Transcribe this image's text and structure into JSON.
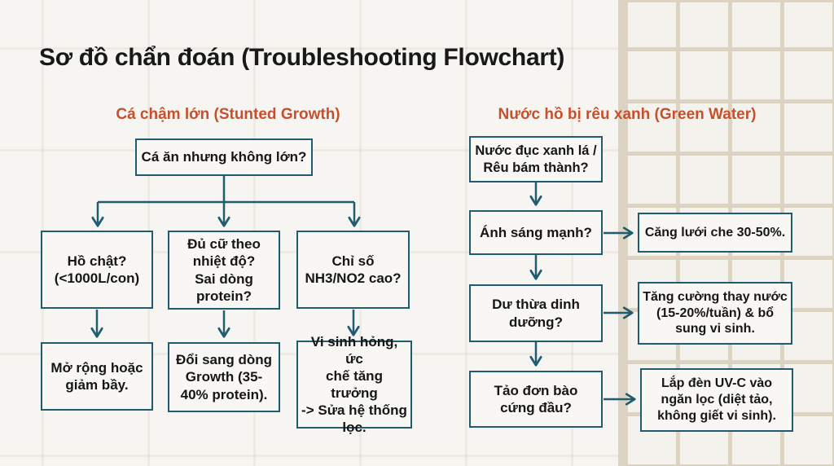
{
  "title": "Sơ đồ chẩn đoán (Troubleshooting Flowchart)",
  "colors": {
    "accent_teal": "#1f5c70",
    "heading_orange": "#c6502d",
    "background": "#f7f5f2",
    "tile_grout": "#ddd3c3",
    "text": "#161616"
  },
  "left_flow": {
    "heading": "Cá chậm lớn (Stunted Growth)",
    "question": "Cá ăn nhưng không lớn?",
    "branches": [
      {
        "cause": "Hồ chật?\n(<1000L/con)",
        "solution": "Mở rộng hoặc\ngiảm bầy."
      },
      {
        "cause": "Đủ cữ theo\nnhiệt độ?\nSai dòng\nprotein?",
        "solution": "Đổi sang dòng\nGrowth (35-\n40% protein)."
      },
      {
        "cause": "Chỉ số\nNH3/NO2 cao?",
        "solution": "Vi sinh hỏng, ức\nchế tăng trưởng\n-> Sửa hệ thống\nlọc."
      }
    ]
  },
  "right_flow": {
    "heading": "Nước hồ bị rêu xanh (Green Water)",
    "question": "Nước đục xanh lá /\nRêu bám thành?",
    "steps": [
      {
        "condition": "Ánh sáng mạnh?",
        "action": "Căng lưới che 30-50%."
      },
      {
        "condition": "Dư thừa dinh\ndưỡng?",
        "action": "Tăng cường thay nước\n(15-20%/tuần) & bổ\nsung vi sinh."
      },
      {
        "condition": "Tảo đơn bào\ncứng đầu?",
        "action": "Lắp đèn UV-C vào\nngăn lọc (diệt tảo,\nkhông giết vi sinh)."
      }
    ]
  }
}
